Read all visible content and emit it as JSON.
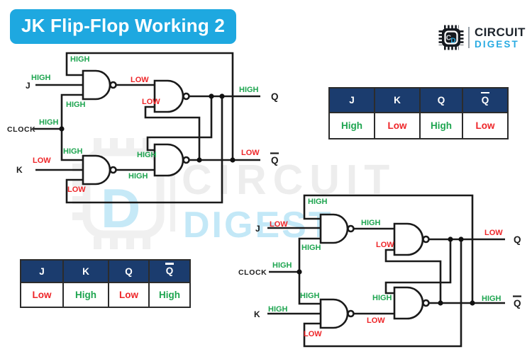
{
  "title": "JK Flip-Flop Working 2",
  "brand": {
    "line1": "CIRCUIT",
    "line2": "DIGEST",
    "monogram": {
      "c": "C",
      "d": "D"
    }
  },
  "watermark": {
    "word1": "CIRCUIT",
    "word2": "DIGEST",
    "monogram_letter": "D"
  },
  "colors": {
    "high_green": "#1EA550",
    "low_red": "#EE2528",
    "title_bg": "#1EA8E0",
    "table_header_bg": "#1B3C6E",
    "brand_blue": "#29ABE2",
    "wire": "#1A1A1A"
  },
  "circuit1": {
    "inputs": {
      "j": "J",
      "clock": "CLOCK",
      "k": "K"
    },
    "outputs": {
      "q": "Q",
      "q_bar": "Q"
    },
    "signals": {
      "top_feedback": "HIGH",
      "j_in": "HIGH",
      "gate1_out": "LOW",
      "clock_in": "HIGH",
      "gate1_clock_in": "HIGH",
      "gate2_feedback_in": "LOW",
      "q_out": "HIGH",
      "gate3_clock_in": "HIGH",
      "k_in": "LOW",
      "gate3_out": "HIGH",
      "gate4_feedback_in": "HIGH",
      "q_bar_out": "LOW",
      "gate3_feedback_in": "LOW"
    }
  },
  "circuit2": {
    "inputs": {
      "j": "J",
      "clock": "CLOCK",
      "k": "K"
    },
    "outputs": {
      "q": "Q",
      "q_bar": "Q"
    },
    "signals": {
      "top_feedback": "HIGH",
      "j_in": "LOW",
      "gate1_out": "HIGH",
      "clock_in": "HIGH",
      "gate1_clock_in": "HIGH",
      "gate2_feedback_in": "LOW",
      "q_out": "LOW",
      "gate3_clock_in": "HIGH",
      "k_in": "HIGH",
      "gate3_out": "LOW",
      "gate4_feedback_in": "HIGH",
      "q_bar_out": "HIGH",
      "gate3_feedback_in": "LOW"
    }
  },
  "truth_table_1": {
    "headers": [
      "J",
      "K",
      "Q",
      "Q"
    ],
    "values": [
      "High",
      "Low",
      "High",
      "Low"
    ]
  },
  "truth_table_2": {
    "headers": [
      "J",
      "K",
      "Q",
      "Q"
    ],
    "values": [
      "Low",
      "High",
      "Low",
      "High"
    ]
  }
}
